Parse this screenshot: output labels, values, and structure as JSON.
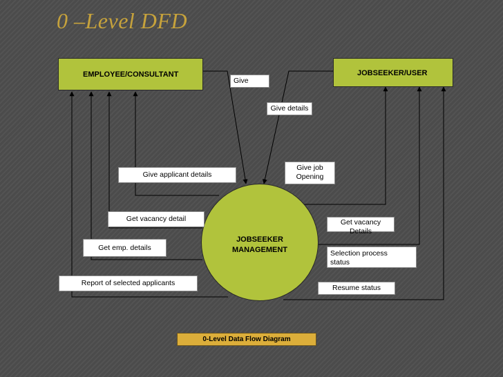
{
  "title": "0 –Level DFD",
  "entities": {
    "employee": "EMPLOYEE/CONSULTANT",
    "jobseeker": "JOBSEEKER/USER"
  },
  "process": {
    "line1": "JOBSEEKER",
    "line2": "MANAGEMENT"
  },
  "flows": {
    "give": "Give",
    "give_details": "Give details",
    "give_job_opening_1": "Give job",
    "give_job_opening_2": "Opening",
    "give_applicant_details": "Give applicant details",
    "get_vacancy_detail": "Get vacancy detail",
    "get_emp_details": "Get emp. details",
    "report_selected": "Report of selected applicants",
    "get_vacancy_details_1": "Get vacancy",
    "get_vacancy_details_2": "Details",
    "selection_status_1": "Selection process",
    "selection_status_2": "status",
    "resume_status": "Resume status"
  },
  "caption": "0-Level Data Flow Diagram",
  "colors": {
    "entity_fill": "#b1c33c",
    "title_color": "#c6a23c",
    "caption_fill": "#dcae3a"
  }
}
